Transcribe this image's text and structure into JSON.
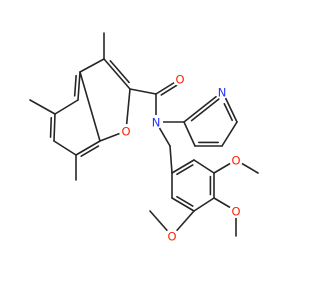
{
  "molecule": {
    "atoms": [
      {
        "id": "O1",
        "label": "O",
        "color": "#ff2200"
      },
      {
        "id": "O2",
        "label": "O",
        "color": "#ff2200"
      },
      {
        "id": "N1",
        "label": "N",
        "color": "#2233ff"
      },
      {
        "id": "N2",
        "label": "N",
        "color": "#2233ff"
      },
      {
        "id": "O3",
        "label": "O",
        "color": "#ff2200"
      },
      {
        "id": "O4",
        "label": "O",
        "color": "#ff2200"
      },
      {
        "id": "O5",
        "label": "O",
        "color": "#ff2200"
      }
    ],
    "bond_color": "#262626"
  }
}
